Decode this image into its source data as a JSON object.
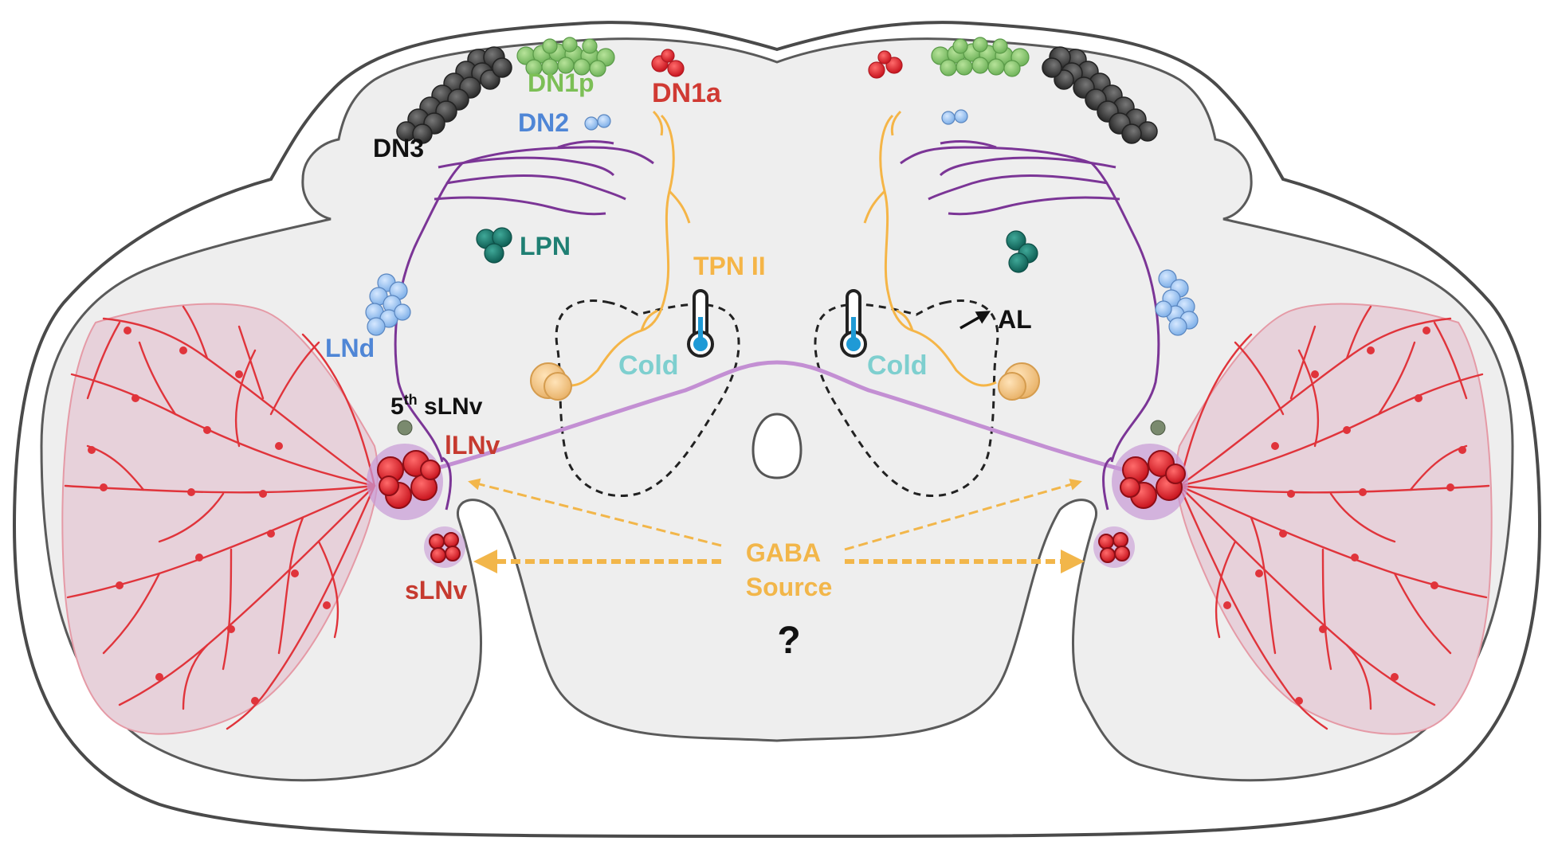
{
  "labels": {
    "dn1p": "DN1p",
    "dn1a": "DN1a",
    "dn2": "DN2",
    "dn3": "DN3",
    "lpn": "LPN",
    "tpn2": "TPN II",
    "lnd": "LNd",
    "cold_left": "Cold",
    "cold_right": "Cold",
    "al": "AL",
    "fifth_num": "5",
    "fifth_sup": "th",
    "fifth_rest": " sLNv",
    "llnv": "lLNv",
    "slnv": "sLNv",
    "gaba_line1": "GABA",
    "gaba_line2": "Source",
    "question": "?"
  },
  "colors": {
    "dn1p": "#7cbf56",
    "dn1a": "#d03a33",
    "dn2": "#4f86d6",
    "dn3": "#111111",
    "lpn": "#1f7f73",
    "tpn2": "#f5b547",
    "lnd": "#4f86d6",
    "cold": "#7ecfcf",
    "slnv": "#c63a2f",
    "llnv": "#c63a2f",
    "gaba": "#f2b64a",
    "purple_neuron": "#7b3596",
    "light_purple": "#c38fd3",
    "red_neuron": "#e0343b",
    "brain_fill": "#eeeeee",
    "optic_fill": "#e9d4dd"
  }
}
